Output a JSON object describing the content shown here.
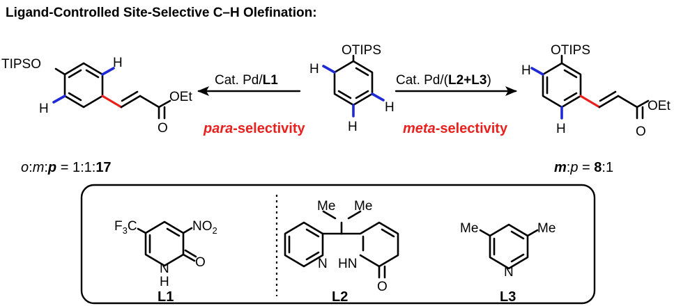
{
  "title": "Ligand-Controlled Site-Selective C–H Olefination:",
  "substrate": {
    "group": "OTIPS",
    "h_labels": [
      "H",
      "H",
      "H"
    ]
  },
  "left_product": {
    "group": "TIPSO",
    "ester": "OEt",
    "carbonyl_o": "O",
    "h_labels": [
      "H",
      "H"
    ],
    "conditions_prefix": "Cat. Pd/",
    "conditions_ligand": "L1",
    "selectivity_em": "para",
    "selectivity_rest": "-selectivity",
    "ratio": {
      "o": "o",
      "m": "m",
      "p": "p",
      "v1": "1",
      "v2": "1",
      "v3": "17",
      "sep": ":",
      "eq": " = "
    }
  },
  "right_product": {
    "group": "OTIPS",
    "ester": "OEt",
    "carbonyl_o": "O",
    "h_labels": [
      "H",
      "H"
    ],
    "conditions_prefix": "Cat. Pd/(",
    "conditions_ligand": "L2+L3",
    "conditions_suffix": ")",
    "selectivity_em": "meta",
    "selectivity_rest": "-selectivity",
    "ratio": {
      "m": "m",
      "p": "p",
      "v1": "8",
      "v2": "1",
      "sep": ":",
      "eq": " = "
    }
  },
  "ligands": [
    {
      "name": "L1",
      "F3C_main": "F",
      "F3C_sub": "3",
      "F3C_tail": "C",
      "NO2_main": "NO",
      "NO2_sub": "2",
      "NH_N": "N",
      "NH_H": "H",
      "O": "O"
    },
    {
      "name": "L2",
      "me1": "Me",
      "me2": "Me",
      "N": "N",
      "HN": "HN",
      "O": "O"
    },
    {
      "name": "L3",
      "me1": "Me",
      "me2": "Me",
      "N": "N"
    }
  ],
  "colors": {
    "highlight_h_bond": "#1f2ad6",
    "new_bond": "#e8211f",
    "selectivity_text": "#e8211f"
  }
}
